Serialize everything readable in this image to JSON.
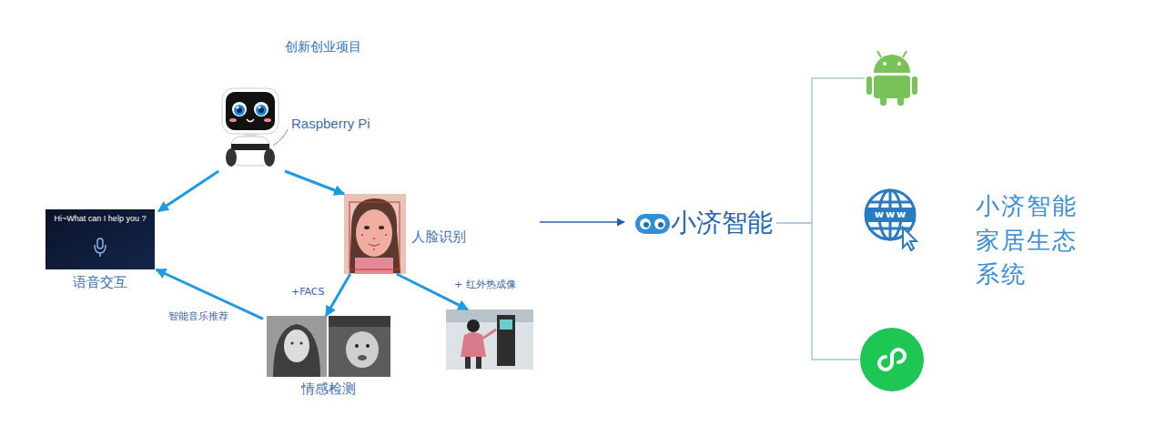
{
  "diagram": {
    "title": "创新创业项目",
    "nodes": [
      {
        "text": [
          "Raspberry Pi"
        ]
      },
      {
        "text": [
          "Hi~What can I help you ?",
          "语音交互"
        ]
      },
      {
        "text": [
          "人脸识别"
        ]
      },
      {
        "text": [
          "情感检测"
        ]
      },
      {
        "text": []
      },
      {
        "text": [
          "小济智能"
        ]
      },
      {
        "text": []
      },
      {
        "text": [
          "www"
        ]
      },
      {
        "text": []
      }
    ],
    "edges": [
      {
        "from": 0,
        "to": 1,
        "arrow": "to"
      },
      {
        "from": 0,
        "to": 2,
        "arrow": "to"
      },
      {
        "from": 2,
        "to": 3,
        "label": "+FACS",
        "arrow": "to"
      },
      {
        "from": 2,
        "to": 4,
        "label": "+ 红外热成像",
        "arrow": "to"
      },
      {
        "from": 3,
        "to": 1,
        "label": "智能音乐推荐",
        "arrow": "to"
      },
      {
        "from": 5,
        "to": 6,
        "arrow": "none"
      },
      {
        "from": 5,
        "to": 8,
        "arrow": "none"
      }
    ],
    "labels": [
      "小济智能家居生态系统"
    ]
  }
}
